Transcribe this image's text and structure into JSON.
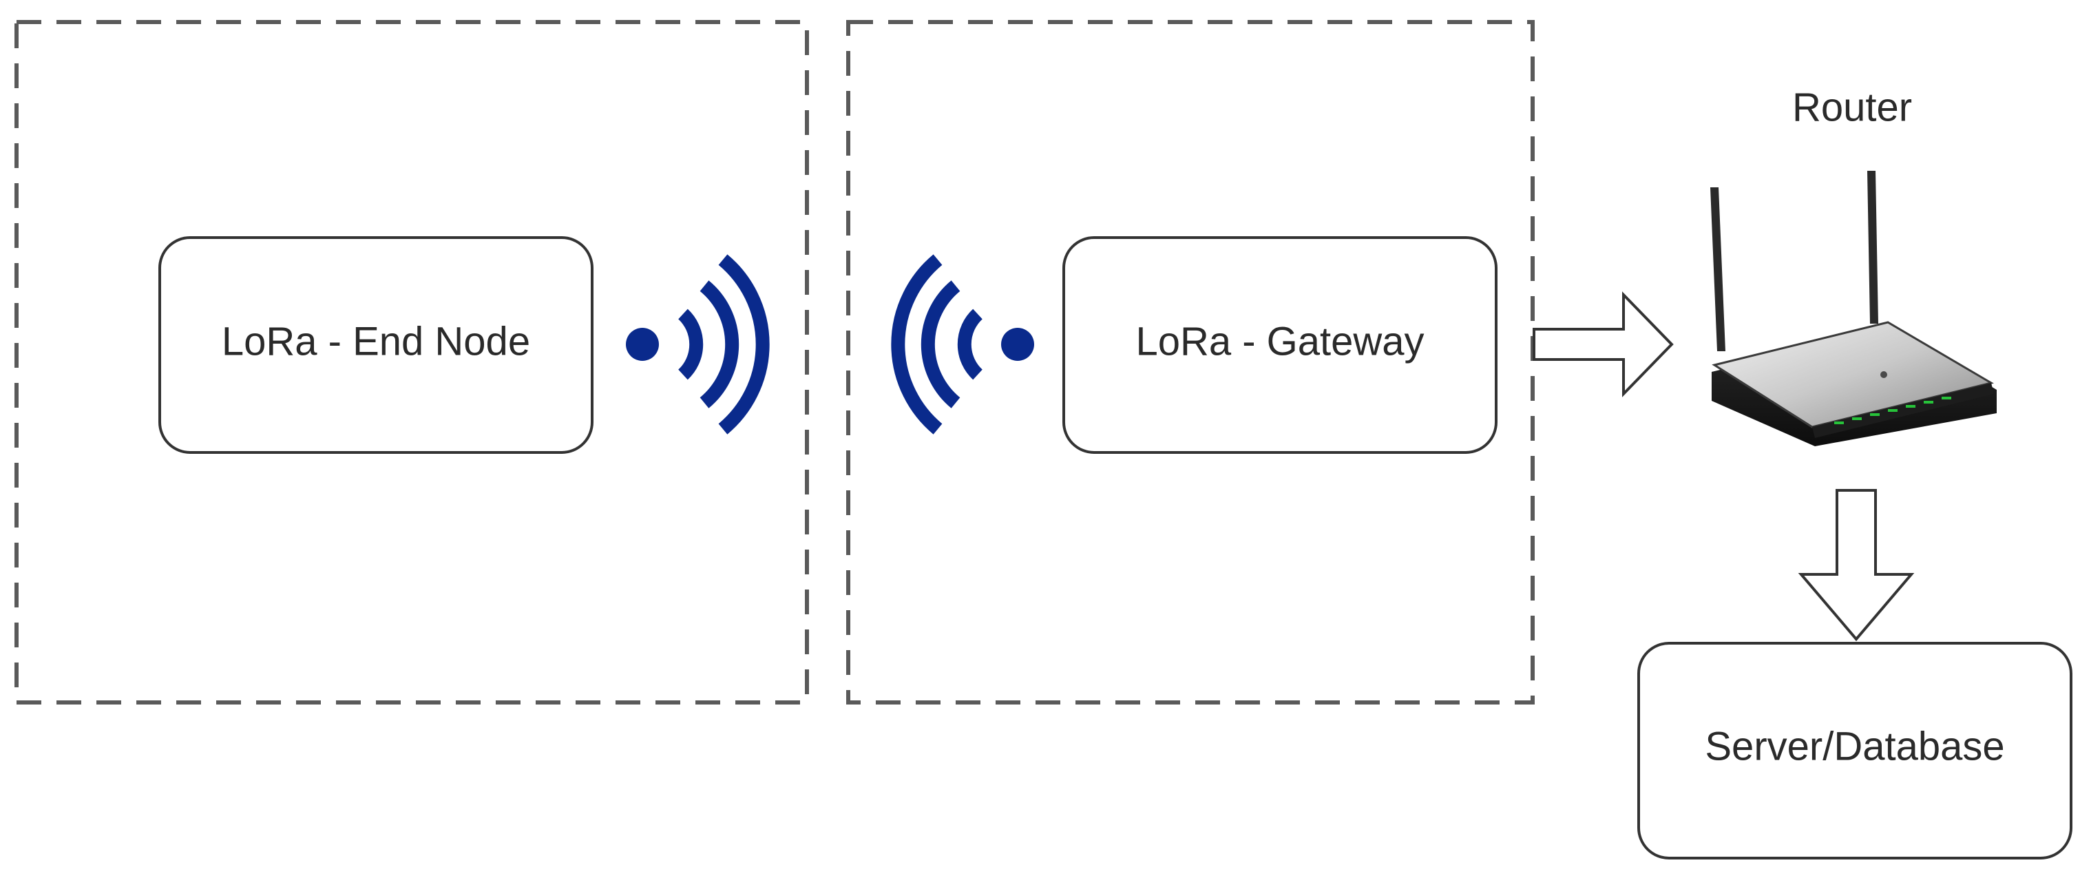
{
  "nodes": {
    "end_node": {
      "label": "LoRa - End Node"
    },
    "gateway": {
      "label": "LoRa - Gateway"
    },
    "router": {
      "label": "Router"
    },
    "server": {
      "label": "Server/Database"
    }
  },
  "icons": {
    "end_node_signal": "wifi-signal-right-icon",
    "gateway_signal": "wifi-signal-left-icon",
    "router": "router-icon"
  },
  "colors": {
    "signal": "#0a2a8c",
    "border": "#333333",
    "dashed": "#5a5a5a"
  }
}
